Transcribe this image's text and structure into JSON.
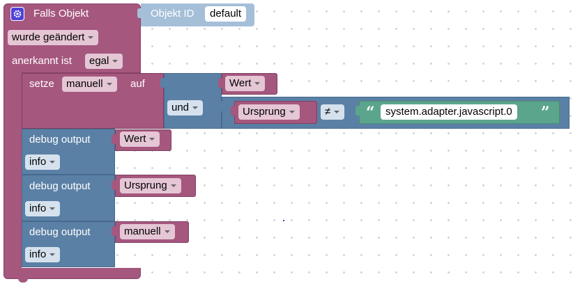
{
  "trigger": {
    "title": "Falls Objekt",
    "object_id_label": "Objekt ID",
    "object_id_value": "default",
    "change_mode": "wurde geändert",
    "ack_label": "anerkannt ist",
    "ack_value": "egal"
  },
  "set_block": {
    "label_set": "setze",
    "variable": "manuell",
    "label_to": "auf",
    "and_label": "und",
    "value_var": "Wert",
    "source_var": "Ursprung",
    "operator": "≠",
    "text_value": "system.adapter.javascript.0",
    "quote_open": "“",
    "quote_close": "”"
  },
  "debug_blocks": [
    {
      "label": "debug output",
      "value": "Wert",
      "level": "info"
    },
    {
      "label": "debug output",
      "value": "Ursprung",
      "level": "info"
    },
    {
      "label": "debug output",
      "value": "manuell",
      "level": "info"
    }
  ],
  "colors": {
    "event": "#a5577e",
    "logic": "#5b80a5",
    "text": "#5ba58c",
    "icon": "#4f43d8"
  }
}
